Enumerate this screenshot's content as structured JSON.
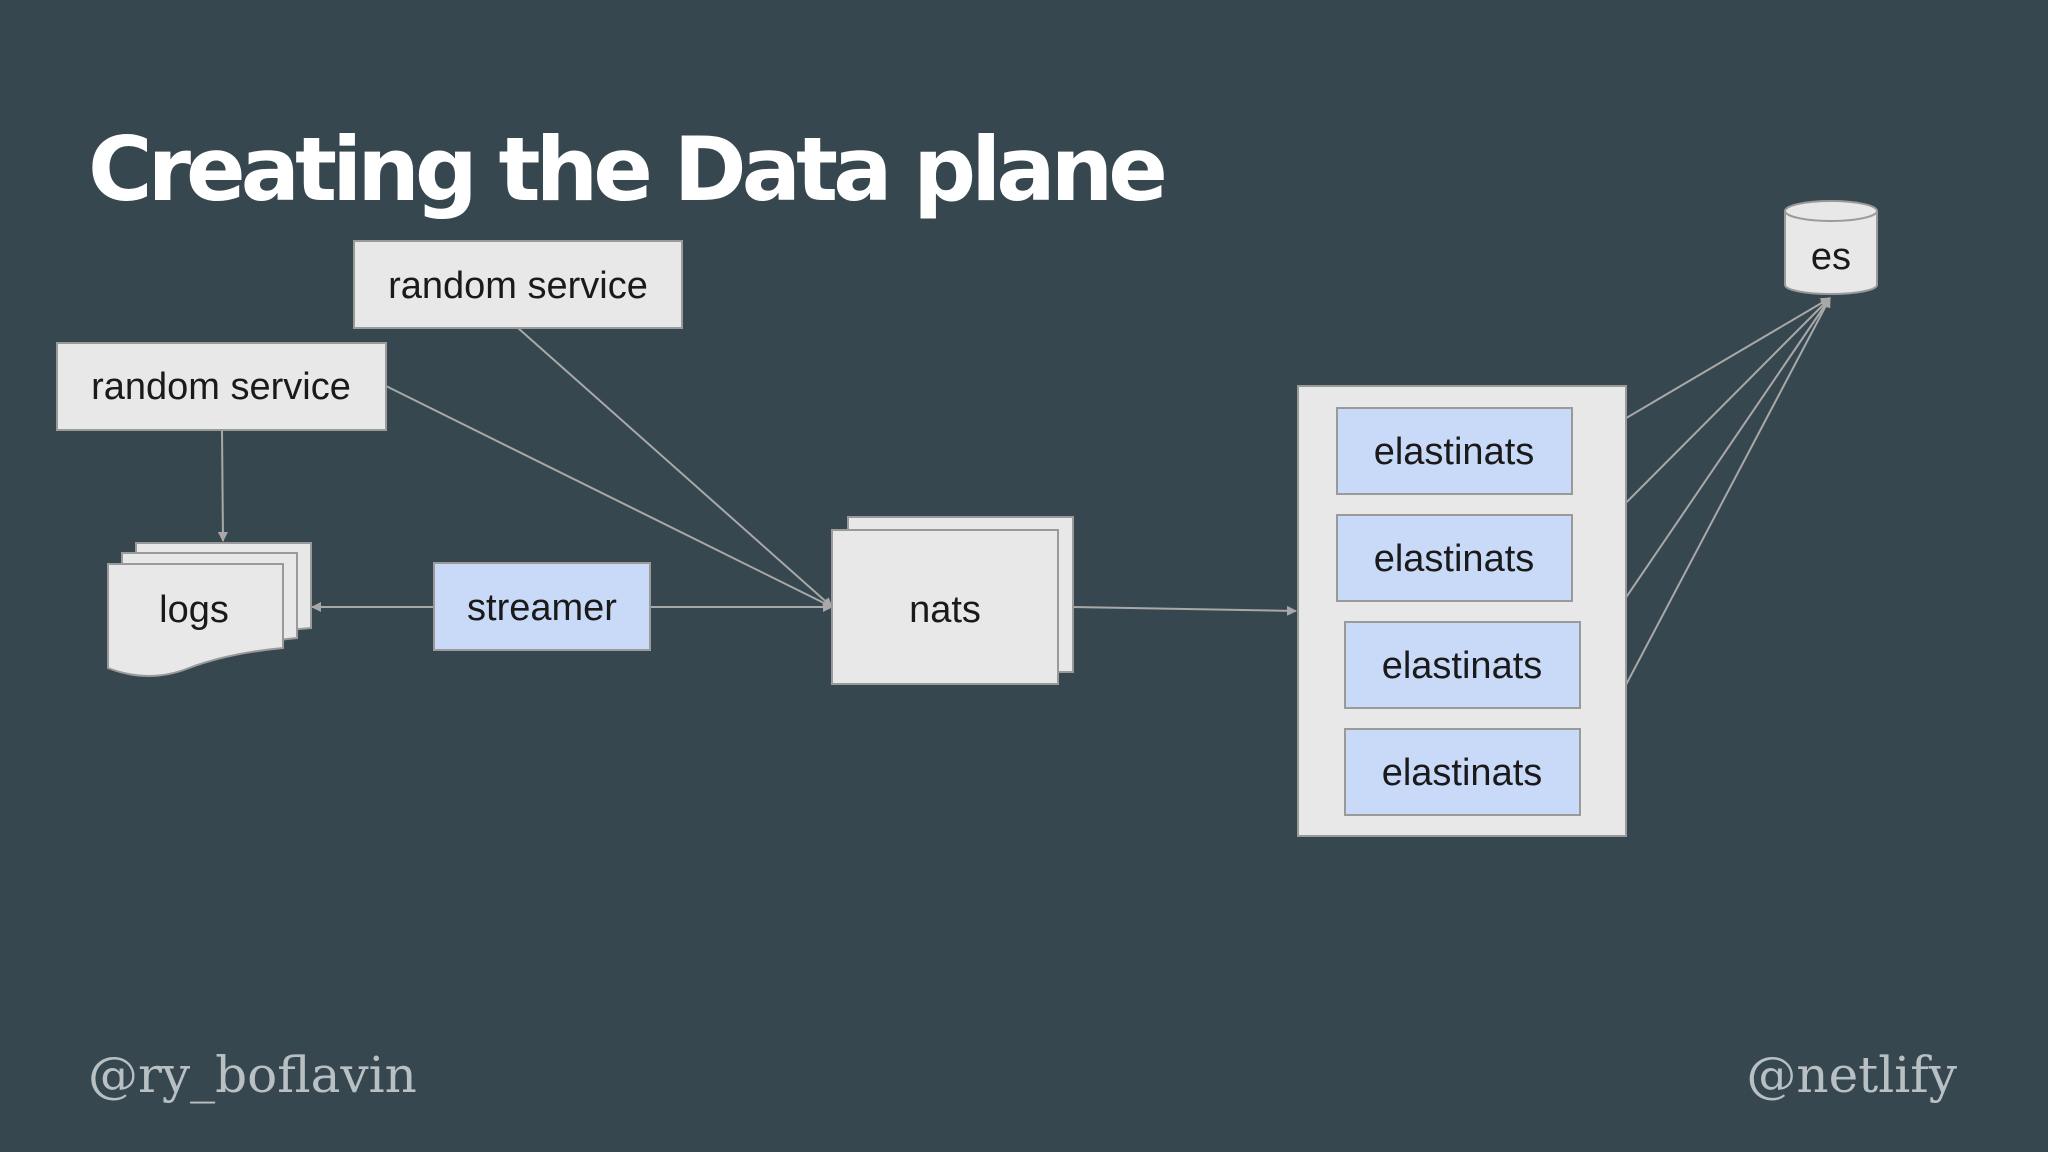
{
  "slide": {
    "title": "Creating the Data plane",
    "footer_left": "@ry_boflavin",
    "footer_right": "@netlify"
  },
  "nodes": {
    "random_service_top": "random service",
    "random_service_left": "random service",
    "logs": "logs",
    "streamer": "streamer",
    "nats": "nats",
    "elastinats": [
      "elastinats",
      "elastinats",
      "elastinats",
      "elastinats"
    ],
    "es": "es"
  },
  "colors": {
    "background": "#37474f",
    "node_gray": "#e8e8e8",
    "node_blue": "#c9daf8",
    "connector": "#a8a8a8",
    "footer_text": "#b9c0c4"
  }
}
